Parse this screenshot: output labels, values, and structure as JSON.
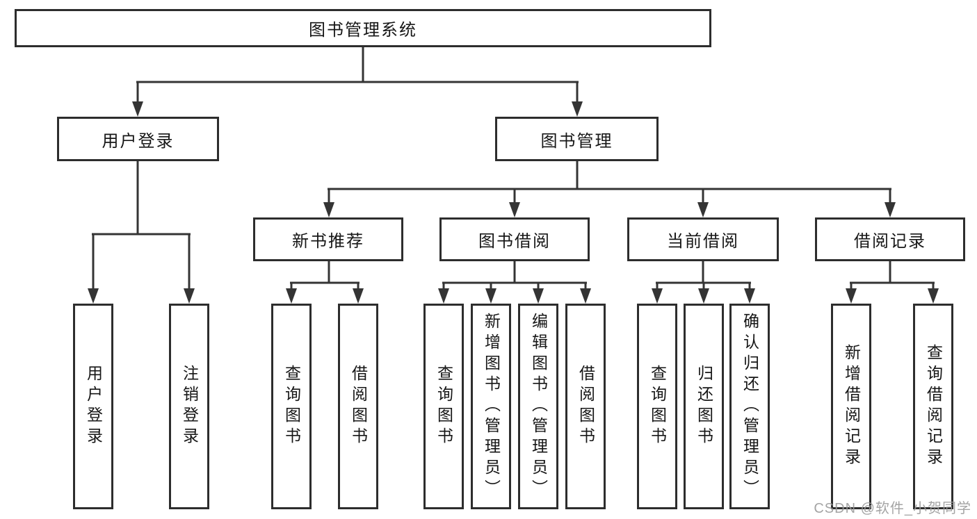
{
  "colors": {
    "background": "#ffffff",
    "line": "#343434",
    "box_border": "#2d2d2d",
    "text": "#161616",
    "watermark": "#9a9a9a"
  },
  "watermark": {
    "text": "CSDN @软件_小贺同学"
  },
  "diagram": {
    "root": {
      "label": "图书管理系统"
    },
    "level2": [
      {
        "label": "用户登录"
      },
      {
        "label": "图书管理"
      }
    ],
    "level3": [
      {
        "label": "新书推荐"
      },
      {
        "label": "图书借阅"
      },
      {
        "label": "当前借阅"
      },
      {
        "label": "借阅记录"
      }
    ],
    "leaves": {
      "user_login": [
        "用户登录",
        "注销登录"
      ],
      "new_book_recommend": [
        "查询图书",
        "借阅图书"
      ],
      "book_borrowing": [
        "查询图书",
        "新增图书（管理员）",
        "编辑图书（管理员）",
        "借阅图书"
      ],
      "current_borrowing": [
        "查询图书",
        "归还图书",
        "确认归还（管理员）"
      ],
      "borrowing_records": [
        "新增借阅记录",
        "查询借阅记录"
      ]
    }
  }
}
